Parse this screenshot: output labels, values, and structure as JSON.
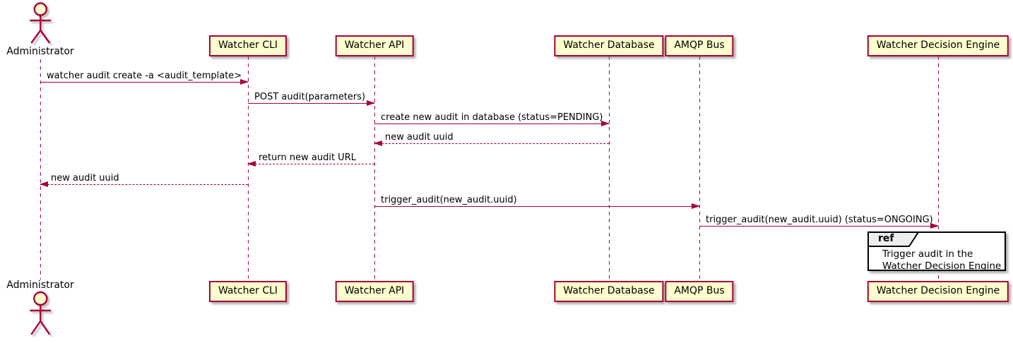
{
  "diagram_type": "uml-sequence-diagram",
  "participants": [
    {
      "name": "Administrator",
      "kind": "actor"
    },
    {
      "name": "Watcher CLI",
      "kind": "participant"
    },
    {
      "name": "Watcher API",
      "kind": "participant"
    },
    {
      "name": "Watcher Database",
      "kind": "participant"
    },
    {
      "name": "AMQP Bus",
      "kind": "participant"
    },
    {
      "name": "Watcher Decision Engine",
      "kind": "participant"
    }
  ],
  "messages": [
    {
      "from": "Administrator",
      "to": "Watcher CLI",
      "label": "watcher audit create -a <audit_template>",
      "line": "solid",
      "direction": "right"
    },
    {
      "from": "Watcher CLI",
      "to": "Watcher API",
      "label": "POST audit(parameters)",
      "line": "solid",
      "direction": "right"
    },
    {
      "from": "Watcher API",
      "to": "Watcher Database",
      "label": "create new audit in database (status=PENDING)",
      "line": "solid",
      "direction": "right"
    },
    {
      "from": "Watcher Database",
      "to": "Watcher API",
      "label": "new audit uuid",
      "line": "dashed",
      "direction": "left"
    },
    {
      "from": "Watcher API",
      "to": "Watcher CLI",
      "label": "return new audit URL",
      "line": "dashed",
      "direction": "left"
    },
    {
      "from": "Watcher CLI",
      "to": "Administrator",
      "label": "new audit uuid",
      "line": "dashed",
      "direction": "left"
    },
    {
      "from": "Watcher API",
      "to": "AMQP Bus",
      "label": "trigger_audit(new_audit.uuid)",
      "line": "solid",
      "direction": "right"
    },
    {
      "from": "AMQP Bus",
      "to": "Watcher Decision Engine",
      "label": "trigger_audit(new_audit.uuid) (status=ONGOING)",
      "line": "solid",
      "direction": "right"
    }
  ],
  "ref": {
    "keyword": "ref",
    "over": "Watcher Decision Engine",
    "line1": "Trigger audit in the",
    "line2": "Watcher Decision Engine"
  },
  "colors": {
    "participant_fill": "#FEFECE",
    "stroke": "#A80036",
    "text": "#000000",
    "ref_border": "#000000",
    "ref_tab_fill": "#EEEEEE",
    "background": "#FFFFFF"
  }
}
